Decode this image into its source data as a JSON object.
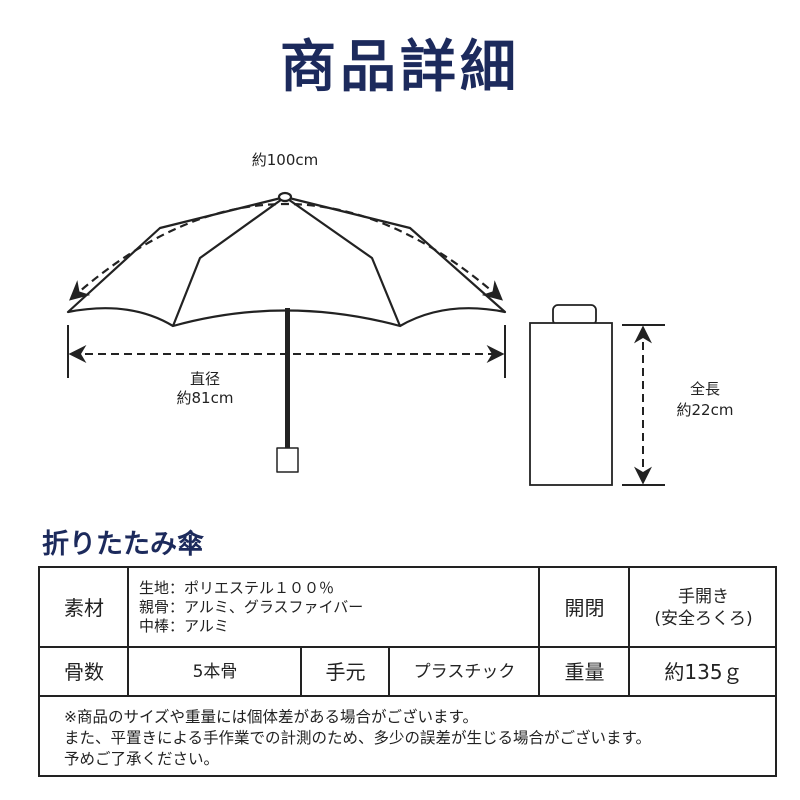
{
  "title": "商品詳細",
  "diagram": {
    "circumference_label": "約100cm",
    "diameter_label": "直径",
    "diameter_value": "約81cm",
    "length_label": "全長",
    "length_value": "約22cm"
  },
  "subtitle": "折りたたみ傘",
  "spec": {
    "material_label": "素材",
    "material_lines": [
      "生地：ポリエステル１００％",
      "親骨：アルミ、グラスファイバー",
      "中棒：アルミ"
    ],
    "open_label": "開閉",
    "open_value_lines": [
      "手開き",
      "(安全ろくろ)"
    ],
    "ribs_label": "骨数",
    "ribs_value": "5本骨",
    "handle_label": "手元",
    "handle_value": "プラスチック",
    "weight_label": "重量",
    "weight_value": "約135ｇ",
    "note_lines": [
      "※商品のサイズや重量には個体差がある場合がございます。",
      "また、平置きによる手作業での計測のため、多少の誤差が生じる場合がございます。",
      "予めご了承ください。"
    ]
  },
  "colors": {
    "title": "#1c2a5c",
    "line": "#222222"
  }
}
